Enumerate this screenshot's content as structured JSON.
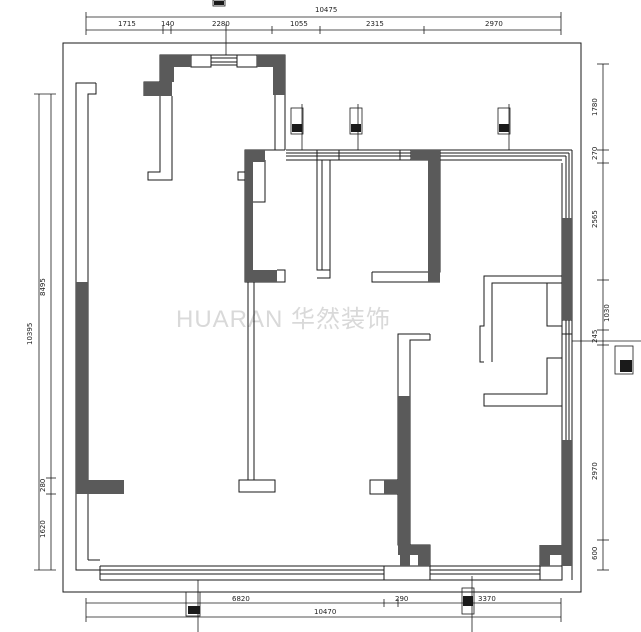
{
  "watermark": "HUARAN 华然装饰",
  "dimensions": {
    "top_total": "10475",
    "top_segments": [
      "1715",
      "140",
      "2280",
      "1055",
      "2315",
      "2970"
    ],
    "bottom_segments": [
      "6820",
      "290",
      "3370"
    ],
    "bottom_total": "10470",
    "left_total": "10395",
    "left_segments": [
      "8495",
      "280",
      "1620"
    ],
    "right_segments": [
      "1780",
      "270",
      "2565",
      "1030",
      "245",
      "2970",
      "600"
    ]
  },
  "colors": {
    "wall_fill": "#5a5a5a",
    "line": "#1a1a1a",
    "watermark": "#d9d9d9"
  }
}
